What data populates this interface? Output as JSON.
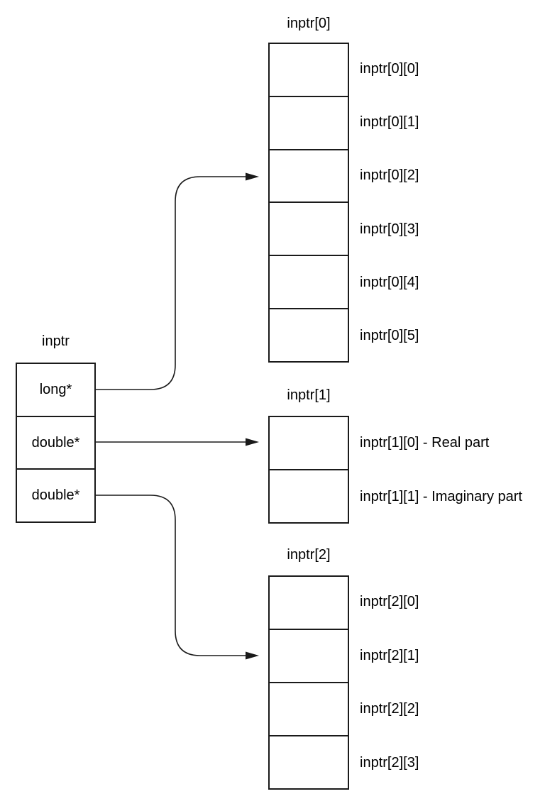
{
  "colors": {
    "line": "#1a1a1a",
    "text": "#000000",
    "background": "#ffffff"
  },
  "pointer_box": {
    "title": "inptr",
    "cells": [
      "long*",
      "double*",
      "double*"
    ]
  },
  "arrays": [
    {
      "title": "inptr[0]",
      "cells": [
        "inptr[0][0]",
        "inptr[0][1]",
        "inptr[0][2]",
        "inptr[0][3]",
        "inptr[0][4]",
        "inptr[0][5]"
      ]
    },
    {
      "title": "inptr[1]",
      "cells": [
        "inptr[1][0] - Real part",
        "inptr[1][1] - Imaginary part"
      ]
    },
    {
      "title": "inptr[2]",
      "cells": [
        "inptr[2][0]",
        "inptr[2][1]",
        "inptr[2][2]",
        "inptr[2][3]"
      ]
    }
  ]
}
